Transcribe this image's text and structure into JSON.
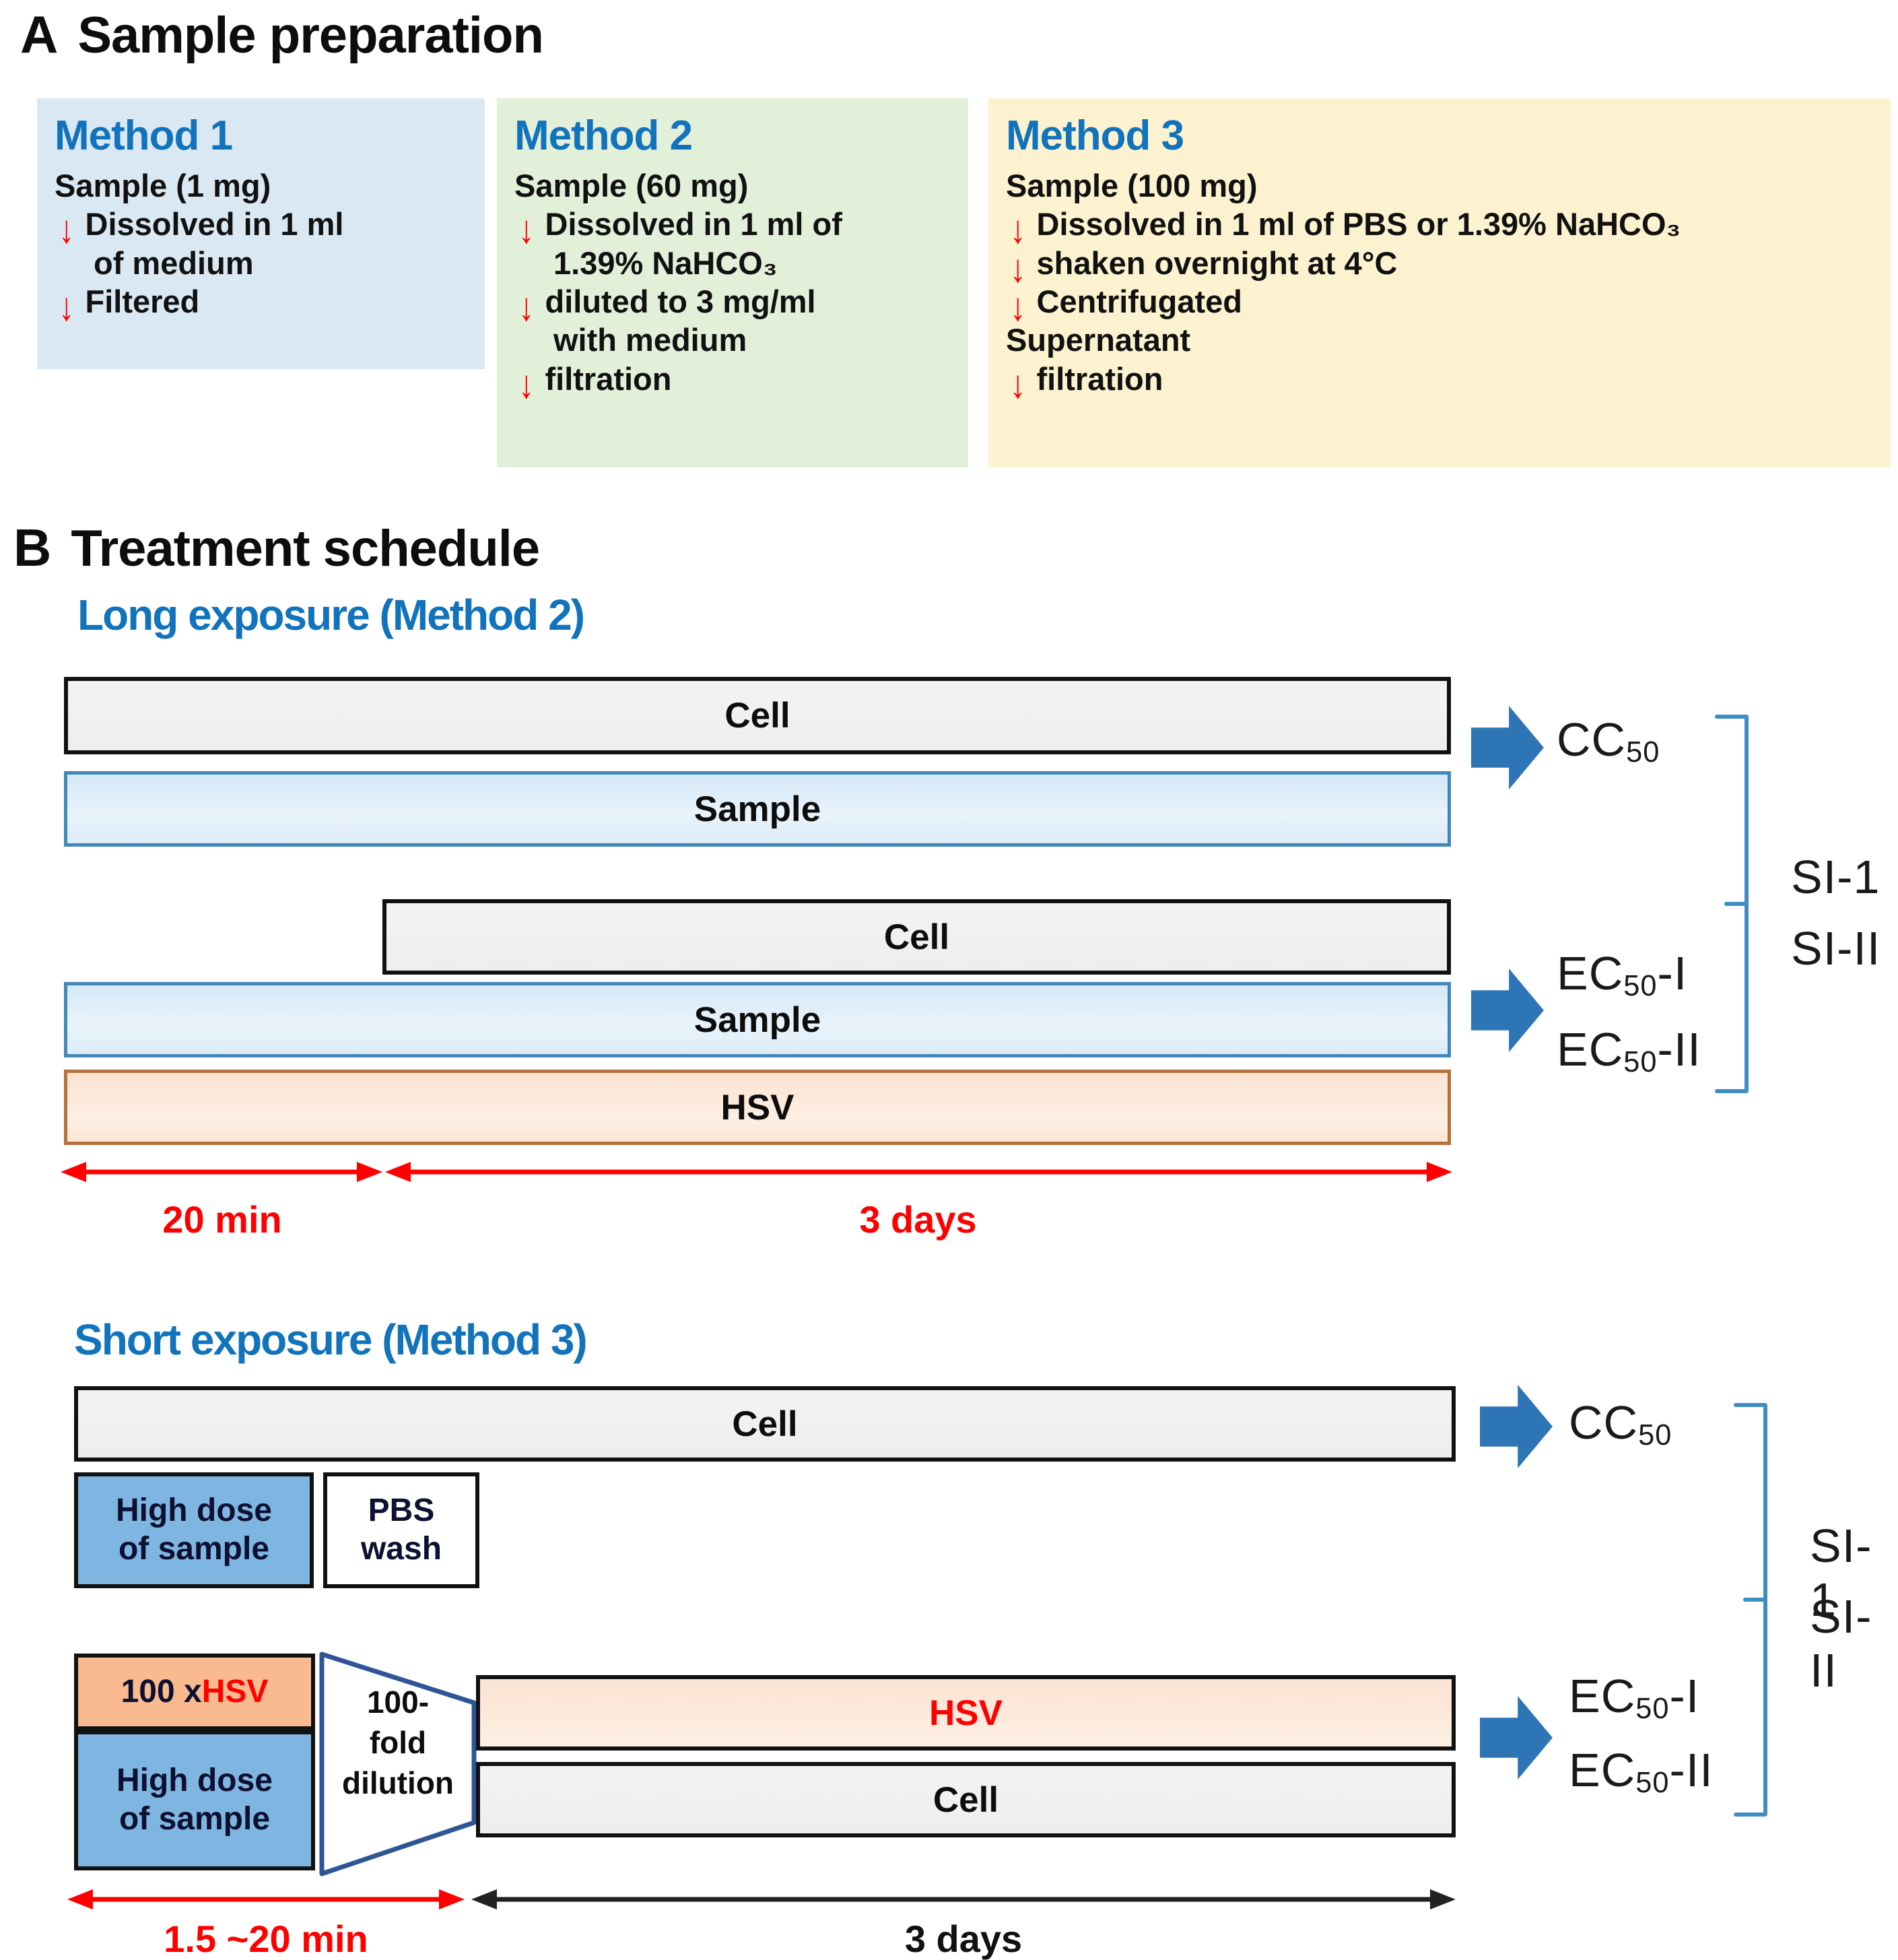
{
  "icons": {
    "down_arrow": "↓",
    "right_block_arrow": "➜",
    "double_arrow": "↔"
  },
  "colors": {
    "heading_blue": "#1173BB",
    "arrow_blue": "#2E75B6",
    "bracket_blue": "#3E8EC4",
    "red": "#FF0000",
    "method1_bg": "#DAE8F4",
    "method2_bg": "#E2EFD9",
    "method3_bg": "#FCF2CF",
    "cell_fill": "#F1F1F1",
    "sample_fill": "#DDEBF7",
    "sample_border": "#4187B8",
    "hsv_fill": "#FCE5D4",
    "hsv_border_long": "#B5713A",
    "high_dose_fill": "#7FB5E1",
    "hsv100_fill": "#F9BA8F"
  },
  "section_a": {
    "label": "A",
    "title": "Sample preparation",
    "methods": [
      {
        "title": "Method 1",
        "rows": [
          {
            "arrow": false,
            "cont": false,
            "text": "Sample (1 mg)"
          },
          {
            "arrow": true,
            "cont": false,
            "text": "Dissolved in 1 ml"
          },
          {
            "arrow": false,
            "cont": true,
            "text": "of  medium"
          },
          {
            "arrow": true,
            "cont": false,
            "text": "Filtered"
          }
        ]
      },
      {
        "title": "Method 2",
        "rows": [
          {
            "arrow": false,
            "cont": false,
            "text": "Sample (60 mg)"
          },
          {
            "arrow": true,
            "cont": false,
            "text": "Dissolved in 1 ml of"
          },
          {
            "arrow": false,
            "cont": true,
            "text": "1.39% NaHCO₃"
          },
          {
            "arrow": true,
            "cont": false,
            "text": "diluted to 3 mg/ml"
          },
          {
            "arrow": false,
            "cont": true,
            "text": "with medium"
          },
          {
            "arrow": true,
            "cont": false,
            "text": "filtration"
          }
        ]
      },
      {
        "title": "Method 3",
        "rows": [
          {
            "arrow": false,
            "cont": false,
            "text": "Sample (100 mg)"
          },
          {
            "arrow": true,
            "cont": false,
            "text": "Dissolved in 1 ml of PBS or 1.39% NaHCO₃"
          },
          {
            "arrow": true,
            "cont": false,
            "text": "shaken overnight at 4°C"
          },
          {
            "arrow": true,
            "cont": false,
            "text": "Centrifugated"
          },
          {
            "arrow": false,
            "cont": false,
            "text": "Supernatant"
          },
          {
            "arrow": true,
            "cont": false,
            "text": "filtration"
          }
        ]
      }
    ]
  },
  "section_b": {
    "label": "B",
    "title": "Treatment schedule",
    "long": {
      "heading": "Long exposure (Method 2)",
      "bars": {
        "cell_top": "Cell",
        "sample_top": "Sample",
        "cell_offset": "Cell",
        "sample_bottom": "Sample",
        "hsv": "HSV"
      },
      "timeline": {
        "left_label": "20 min",
        "right_label": "3 days"
      },
      "outputs": {
        "cc50": {
          "base": "CC",
          "sub": "50",
          "suffix": ""
        },
        "ec50_i": {
          "base": "EC",
          "sub": "50",
          "suffix": "-I"
        },
        "ec50_ii": {
          "base": "EC",
          "sub": "50",
          "suffix": "-II"
        },
        "si_1": "SI-1",
        "si_2": "SI-II"
      }
    },
    "short": {
      "heading": "Short exposure (Method 3)",
      "bars": {
        "cell_top": "Cell",
        "hsv": "HSV",
        "cell_bottom": "Cell"
      },
      "boxes": {
        "high_dose_l1": "High dose",
        "high_dose_l2": "of sample",
        "pbs_l1": "PBS",
        "pbs_l2": "wash",
        "hsv100_prefix": "100 x ",
        "hsv100_virus": "HSV",
        "dilution_l1": "100-",
        "dilution_l2": "fold",
        "dilution_l3": "dilution",
        "high_dose2_l1": "High dose",
        "high_dose2_l2": "of sample"
      },
      "timeline": {
        "left_label": "1.5 ~20 min",
        "right_label": "3 days"
      },
      "outputs": {
        "cc50": {
          "base": "CC",
          "sub": "50",
          "suffix": ""
        },
        "ec50_i": {
          "base": "EC",
          "sub": "50",
          "suffix": "-I"
        },
        "ec50_ii": {
          "base": "EC",
          "sub": "50",
          "suffix": "-II"
        },
        "si_1": "SI-1",
        "si_2": "SI-II"
      }
    }
  }
}
